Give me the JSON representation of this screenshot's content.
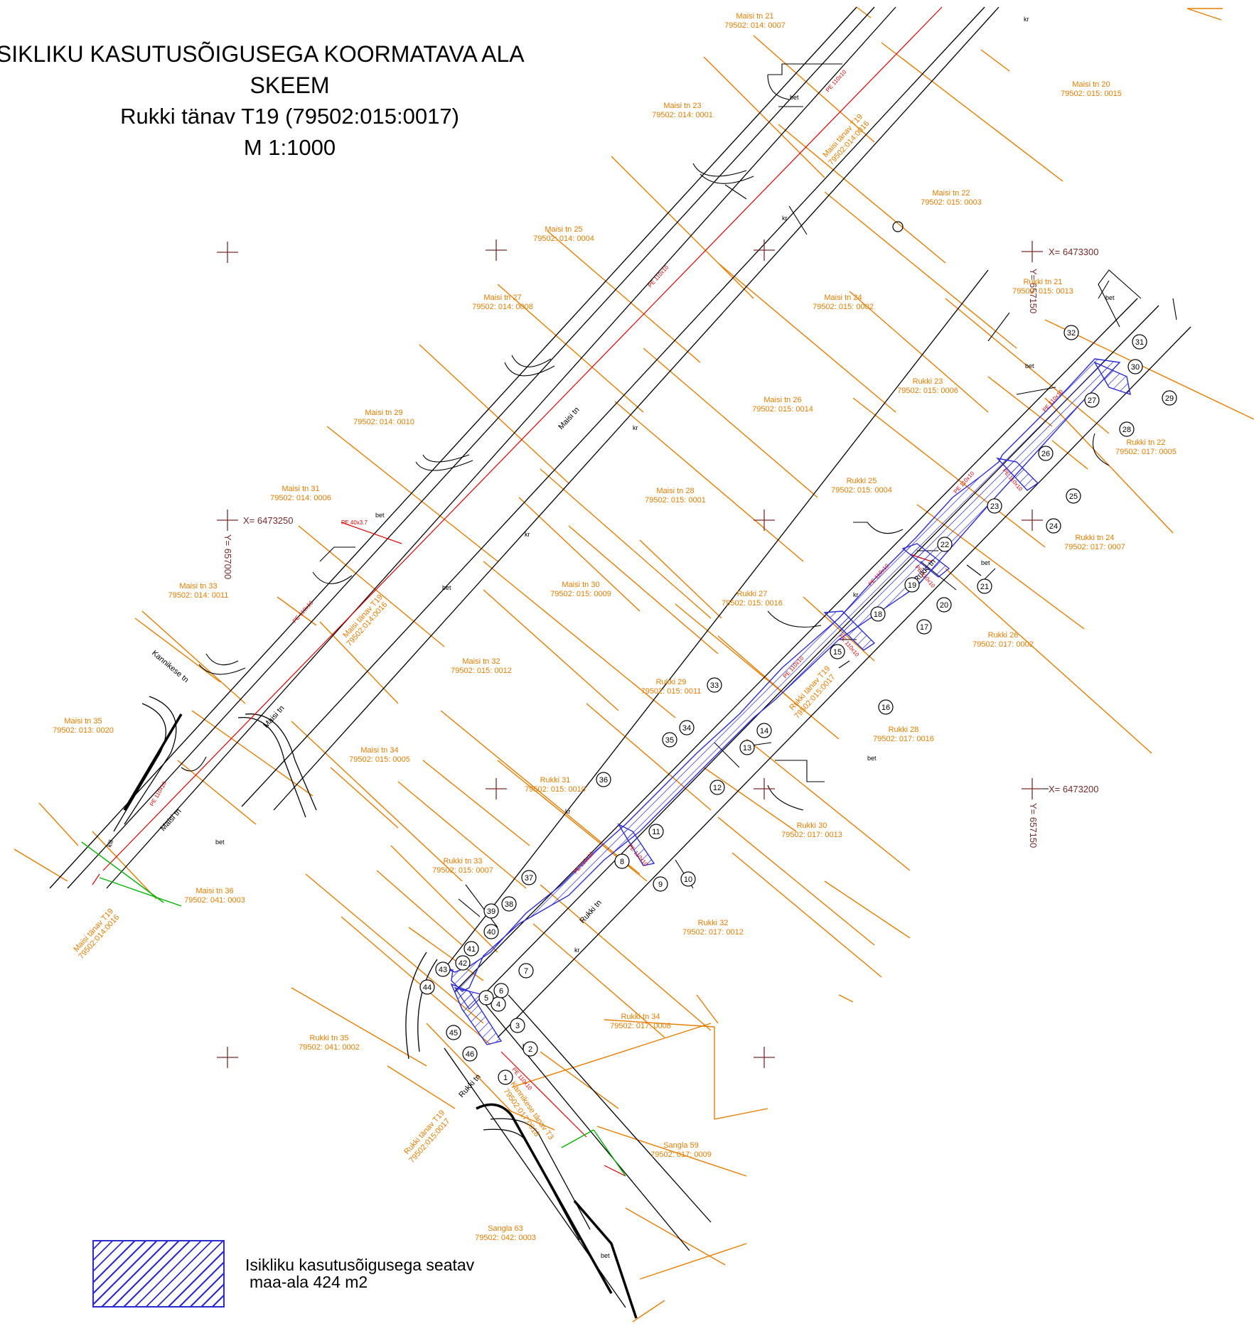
{
  "title": {
    "line1": "ISIKLIKU KASUTUSÕIGUSEGA KOORMATAVA ALA",
    "line2": "SKEEM",
    "line3": "Rukki tänav T19 (79502:015:0017)",
    "line4": "M 1:1000"
  },
  "legend": {
    "line1": "Isikliku kasutusõigusega seatav",
    "line2": "maa-ala 424 m2",
    "hatch_color": "#2b2bd6"
  },
  "colors": {
    "parcel_boundary": "#e87d00",
    "parcel_label": "#e87d00",
    "cable": "#e00000",
    "servitude_hatch": "#2b2bd6",
    "coordinate_label": "#7a2a2a",
    "road_edge": "#000000",
    "green_limit": "#00b400"
  },
  "coordinates": {
    "x1": "X=  6473250",
    "x2": "X=  6473300",
    "x3": "X=  6473200",
    "y1": "Y=  657000",
    "y2": "Y=  657150",
    "y3": "Y=  657150"
  },
  "roads": {
    "maisi": "Maisi tn",
    "rukki": "Rukki tn",
    "kannikese": "Kannikese tn",
    "maisi_tanav": "Maisi tänav T19",
    "maisi_tanav_code": "79502:014:0016",
    "rukki_tanav": "Rukki tänav T19",
    "rukki_tanav_code": "79502:015:0017",
    "kannikese_tanav": "Kannikese tänav T3",
    "kannikese_tanav_code": "79502:017:0018"
  },
  "parcels": [
    {
      "name": "Maisi  tn  21",
      "code": "79502: 014: 0007"
    },
    {
      "name": "Maisi  tn  20",
      "code": "79502: 015: 0015"
    },
    {
      "name": "Maisi  tn  23",
      "code": "79502: 014: 0001"
    },
    {
      "name": "Maisi  tn  22",
      "code": "79502: 015: 0003"
    },
    {
      "name": "Maisi  tn  25",
      "code": "79502: 014: 0004"
    },
    {
      "name": "Rukki  tn  21",
      "code": "79502: 015: 0013"
    },
    {
      "name": "Maisi  tn  27",
      "code": "79502: 014: 0008"
    },
    {
      "name": "Maisi  tn  24",
      "code": "79502: 015: 0002"
    },
    {
      "name": "Rukki  23",
      "code": "79502: 015: 0006"
    },
    {
      "name": "Maisi  tn  26",
      "code": "79502: 015: 0014"
    },
    {
      "name": "Maisi  tn  29",
      "code": "79502: 014: 0010"
    },
    {
      "name": "Rukki  tn  22",
      "code": "79502: 017: 0005"
    },
    {
      "name": "Rukki  25",
      "code": "79502: 015: 0004"
    },
    {
      "name": "Maisi  tn  31",
      "code": "79502: 014: 0006"
    },
    {
      "name": "Maisi  tn  28",
      "code": "79502: 015: 0001"
    },
    {
      "name": "Rukki  tn  24",
      "code": "79502: 017: 0007"
    },
    {
      "name": "Maisi  tn  30",
      "code": "79502: 015: 0009"
    },
    {
      "name": "Maisi  tn  33",
      "code": "79502: 014: 0011"
    },
    {
      "name": "Rukki  27",
      "code": "79502: 015: 0016"
    },
    {
      "name": "Rukki  26",
      "code": "79502: 017: 0002"
    },
    {
      "name": "Maisi  tn  32",
      "code": "79502: 015: 0012"
    },
    {
      "name": "Rukki  29",
      "code": "79502: 015: 0011"
    },
    {
      "name": "Rukki  28",
      "code": "79502: 017: 0016"
    },
    {
      "name": "Maisi  tn  35",
      "code": "79502: 013: 0020"
    },
    {
      "name": "Maisi  tn  34",
      "code": "79502: 015: 0005"
    },
    {
      "name": "Rukki  31",
      "code": "79502: 015: 0010"
    },
    {
      "name": "Rukki  30",
      "code": "79502: 017: 0013"
    },
    {
      "name": "Rukki  tn  33",
      "code": "79502: 015: 0007"
    },
    {
      "name": "Maisi  tn  36",
      "code": "79502: 041: 0003"
    },
    {
      "name": "Rukki  32",
      "code": "79502: 017: 0012"
    },
    {
      "name": "Rukki  tn  34",
      "code": "79502: 017: 0008"
    },
    {
      "name": "Rukki  tn  35",
      "code": "79502: 041: 0002"
    },
    {
      "name": "Sangla  59",
      "code": "79502: 017: 0009"
    },
    {
      "name": "Sangla  63",
      "code": "79502: 042: 0003"
    }
  ],
  "points": [
    "1",
    "2",
    "3",
    "4",
    "5",
    "6",
    "7",
    "8",
    "9",
    "10",
    "11",
    "12",
    "13",
    "14",
    "15",
    "16",
    "17",
    "18",
    "19",
    "20",
    "21",
    "22",
    "23",
    "24",
    "25",
    "26",
    "27",
    "28",
    "29",
    "30",
    "31",
    "32",
    "33",
    "34",
    "35",
    "36",
    "37",
    "38",
    "39",
    "40",
    "41",
    "42",
    "43",
    "44",
    "45",
    "46"
  ],
  "cable_labels": {
    "pe_110": "PE 110x10",
    "pe_40": "PE 40x3.7"
  },
  "map_text": {
    "bet": "bet",
    "kr": "kr",
    "kill": "kill"
  }
}
